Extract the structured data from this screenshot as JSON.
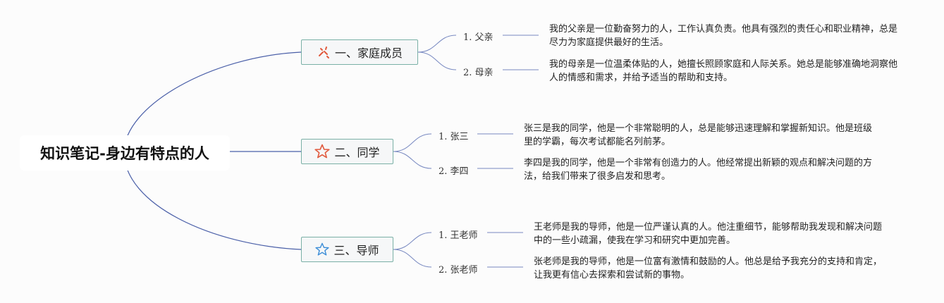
{
  "title": "知识笔记-身边有特点的人",
  "colors": {
    "main_line": "#4a5fa8",
    "sub_line": "#7788c0",
    "topic_border": "#7ab0a6",
    "icon_red": "#e15a3e",
    "icon_blue": "#3e8fd8"
  },
  "branches": [
    {
      "label": "一、家庭成员",
      "icon": "sparkle-icon",
      "items": [
        {
          "label": "1. 父亲",
          "note": "我的父亲是一位勤奋努力的人，工作认真负责。他具有强烈的责任心和职业精神，总是尽力为家庭提供最好的生活。"
        },
        {
          "label": "2. 母亲",
          "note": "我的母亲是一位温柔体贴的人，她擅长照顾家庭和人际关系。她总是能够准确地洞察他人的情感和需求，并给予适当的帮助和支持。"
        }
      ]
    },
    {
      "label": "二、同学",
      "icon": "star-outline-red-icon",
      "items": [
        {
          "label": "1. 张三",
          "note": "张三是我的同学，他是一个非常聪明的人，总是能够迅速理解和掌握新知识。他是班级里的学霸，每次考试都能名列前茅。"
        },
        {
          "label": "2. 李四",
          "note": "李四是我的同学，他是一个非常有创造力的人。他经常提出新颖的观点和解决问题的方法，给我们带来了很多启发和思考。"
        }
      ]
    },
    {
      "label": "三、导师",
      "icon": "star-outline-blue-icon",
      "items": [
        {
          "label": "1. 王老师",
          "note": "王老师是我的导师，他是一位严谨认真的人。他注重细节，能够帮助我发现和解决问题中的一些小疏漏，使我在学习和研究中更加完善。"
        },
        {
          "label": "2. 张老师",
          "note": "张老师是我的导师，他是一位富有激情和鼓励的人。他总是给予我充分的支持和肯定，让我更有信心去探索和尝试新的事物。"
        }
      ]
    }
  ]
}
